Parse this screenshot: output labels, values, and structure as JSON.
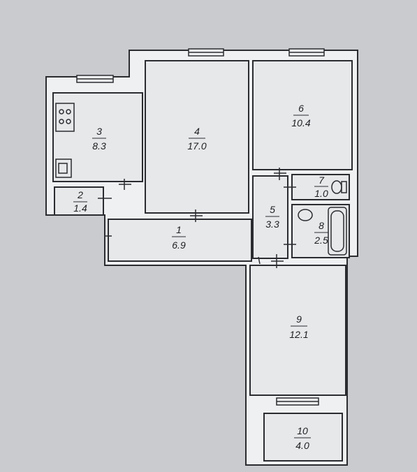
{
  "plan": {
    "rooms": [
      {
        "id": "room-1",
        "number": "1",
        "area": "6.9"
      },
      {
        "id": "room-2",
        "number": "2",
        "area": "1.4"
      },
      {
        "id": "room-3",
        "number": "3",
        "area": "8.3"
      },
      {
        "id": "room-4",
        "number": "4",
        "area": "17.0"
      },
      {
        "id": "room-5",
        "number": "5",
        "area": "3.3"
      },
      {
        "id": "room-6",
        "number": "6",
        "area": "10.4"
      },
      {
        "id": "room-7",
        "number": "7",
        "area": "1.0"
      },
      {
        "id": "room-8",
        "number": "8",
        "area": "2.5"
      },
      {
        "id": "room-9",
        "number": "9",
        "area": "12.1"
      },
      {
        "id": "room-10",
        "number": "10",
        "area": "4.0"
      }
    ]
  },
  "colors": {
    "paper": "#c9cbcf",
    "wall_fill": "#eef0f2",
    "line": "#2a2c30"
  }
}
